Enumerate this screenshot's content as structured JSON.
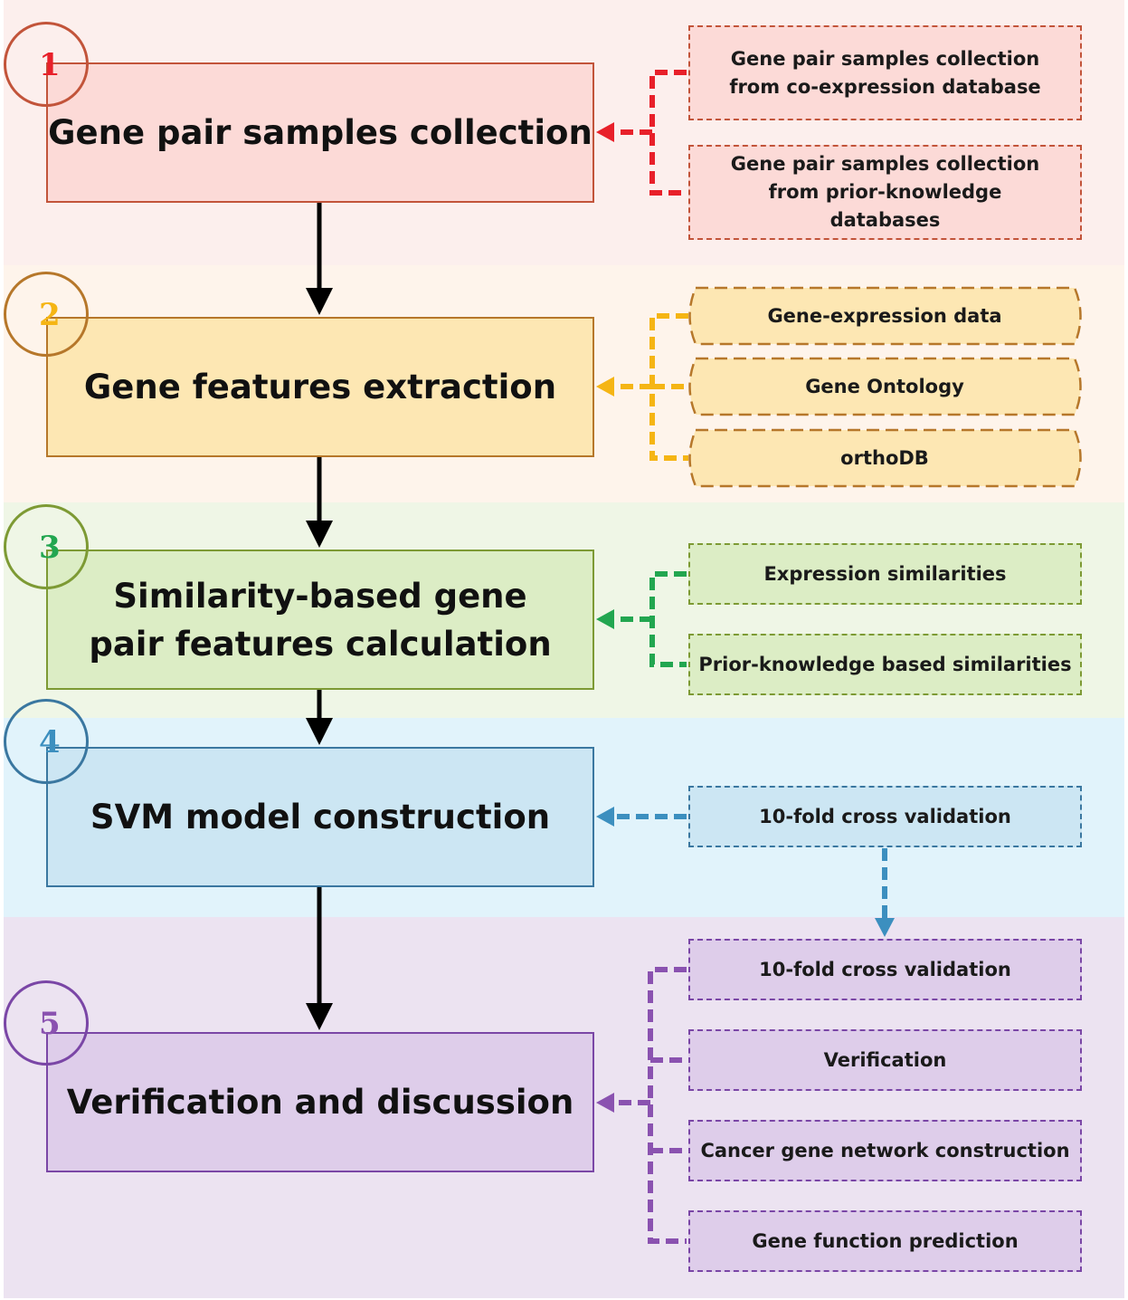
{
  "steps": [
    {
      "number": "1",
      "title": "Gene pair samples collection",
      "accent": "#e8202a",
      "inputs": [
        "Gene pair samples collection from co-expression database",
        "Gene pair samples collection from prior-knowledge databases"
      ]
    },
    {
      "number": "2",
      "title": "Gene features extraction",
      "accent": "#f5b514",
      "inputs": [
        "Gene-expression data",
        "Gene Ontology",
        "orthoDB"
      ]
    },
    {
      "number": "3",
      "title": "Similarity-based gene pair features calculation",
      "accent": "#22a650",
      "inputs": [
        "Expression similarities",
        "Prior-knowledge based similarities"
      ]
    },
    {
      "number": "4",
      "title": "SVM model construction",
      "accent": "#3c8fbf",
      "inputs": [
        "10-fold cross validation"
      ]
    },
    {
      "number": "5",
      "title": "Verification and discussion",
      "accent": "#8a52b0",
      "inputs": [
        "10-fold cross validation",
        "Verification",
        "Cancer gene network construction",
        "Gene function prediction"
      ]
    }
  ],
  "colors": {
    "band_1": "#fcefed",
    "band_2": "#fef4eb",
    "band_3": "#eff6e6",
    "band_4": "#e1f3fb",
    "band_5": "#ece3f1",
    "box_1_fill": "#fcdad7",
    "box_1_border": "#c2543a",
    "box_2_fill": "#fde7b3",
    "box_2_border": "#b6772a",
    "box_3_fill": "#dcedc5",
    "box_3_border": "#7d9a34",
    "box_4_fill": "#cce6f3",
    "box_4_border": "#3a77a0",
    "box_5_fill": "#decdea",
    "box_5_border": "#7a46a6",
    "main_arrow": "#000000"
  }
}
